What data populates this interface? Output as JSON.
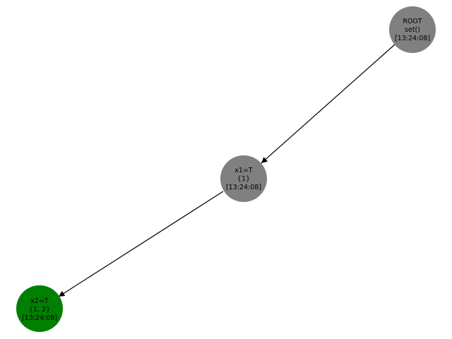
{
  "diagram": {
    "type": "tree",
    "nodes": [
      {
        "id": "root",
        "lines": [
          "ROOT",
          "set()",
          "[13:24:08]"
        ],
        "color": "#808080"
      },
      {
        "id": "x1",
        "lines": [
          "x1=T",
          "{1}",
          "[13:24:08]"
        ],
        "color": "#808080"
      },
      {
        "id": "x2",
        "lines": [
          "x2=T",
          "{1, 2}",
          "[13:24:08]"
        ],
        "color": "#008000"
      }
    ],
    "edges": [
      {
        "from": "root",
        "to": "x1"
      },
      {
        "from": "x1",
        "to": "x2"
      }
    ]
  }
}
